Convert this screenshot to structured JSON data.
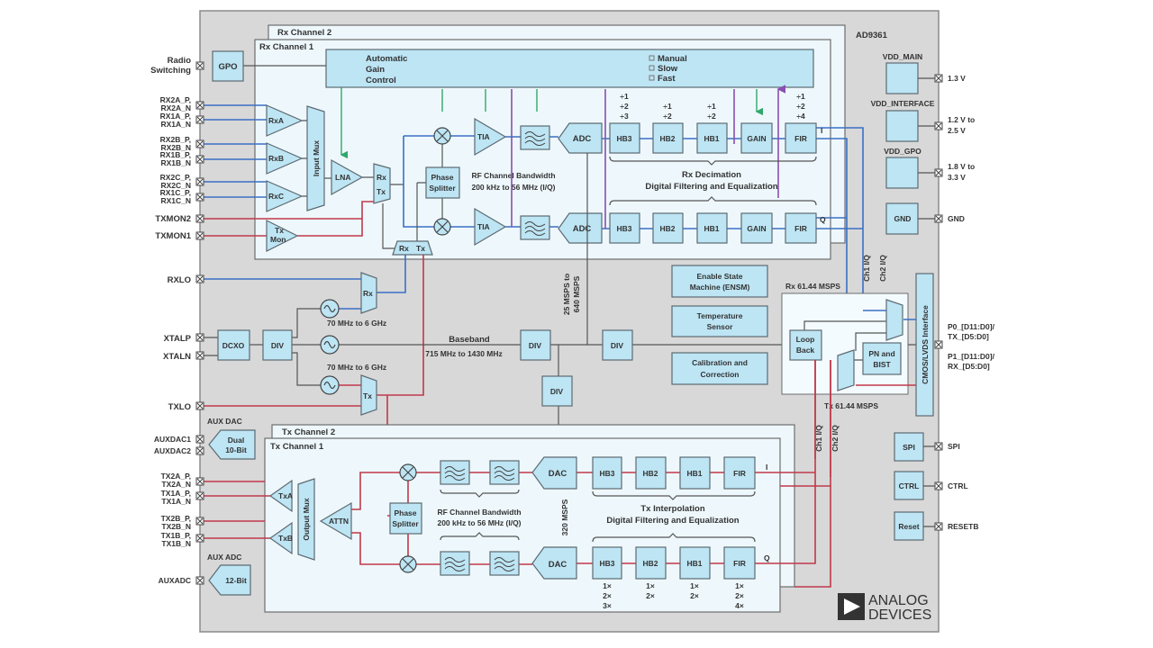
{
  "chip": {
    "part": "AD9361"
  },
  "colors": {
    "rx_path": "#3a6fc4",
    "tx_path": "#c0394a",
    "agc_feedback": "#8a4fb0",
    "agc_control": "#2ea86b",
    "block_fill": "#bde5f4"
  },
  "rx": {
    "ch2_label": "Rx Channel 2",
    "ch1_label": "Rx Channel 1",
    "agc": {
      "l1": "Automatic",
      "l2": "Gain",
      "l3": "Control",
      "modes": [
        "Manual",
        "Slow",
        "Fast"
      ]
    },
    "amps": [
      "RxA",
      "RxB",
      "RxC"
    ],
    "txmon": {
      "l1": "Tx",
      "l2": "Mon"
    },
    "input_mux": "Input Mux",
    "lna": "LNA",
    "switch": {
      "rx": "Rx",
      "tx": "Tx"
    },
    "phase_splitter": {
      "l1": "Phase",
      "l2": "Splitter"
    },
    "tia": "TIA",
    "adc": "ADC",
    "rf_bw": {
      "l1": "RF Channel Bandwidth",
      "l2": "200 kHz to 56 MHz (I/Q)"
    },
    "chain": [
      "HB3",
      "HB2",
      "HB1",
      "GAIN",
      "FIR"
    ],
    "ratios": {
      "hb3": [
        "÷1",
        "÷2",
        "÷3"
      ],
      "hb2": [
        "÷1",
        "÷2"
      ],
      "hb1": [
        "÷1",
        "÷2"
      ],
      "fir": [
        "÷1",
        "÷2",
        "÷4"
      ]
    },
    "decimation": {
      "l1": "Rx Decimation",
      "l2": "Digital Filtering and Equalization"
    },
    "i_label": "I",
    "q_label": "Q"
  },
  "left_pins": {
    "radio_switching": {
      "l1": "Radio",
      "l2": "Switching"
    },
    "gpo": "GPO",
    "rx_pins": [
      [
        "RX2A_P,",
        "RX2A_N"
      ],
      [
        "RX1A_P,",
        "RX1A_N"
      ],
      [
        "RX2B_P,",
        "RX2B_N"
      ],
      [
        "RX1B_P,",
        "RX1B_N"
      ],
      [
        "RX2C_P,",
        "RX2C_N"
      ],
      [
        "RX1C_P,",
        "RX1C_N"
      ]
    ],
    "txmon2": "TXMON2",
    "txmon1": "TXMON1",
    "rxlo": "RXLO",
    "xtalp": "XTALP",
    "xtaln": "XTALN",
    "txlo": "TXLO",
    "auxdac1": "AUXDAC1",
    "auxdac2": "AUXDAC2",
    "tx_pins": [
      [
        "TX2A_P,",
        "TX2A_N"
      ],
      [
        "TX1A_P,",
        "TX1A_N"
      ],
      [
        "TX2B_P,",
        "TX2B_N"
      ],
      [
        "TX1B_P,",
        "TX1B_N"
      ]
    ],
    "auxadc": "AUXADC"
  },
  "clock": {
    "rx_mux": "Rx",
    "tx_mux": "Tx",
    "lo_range_rx": "70 MHz to 6 GHz",
    "lo_range_tx": "70 MHz to 6 GHz",
    "dcxo": "DCXO",
    "div": "DIV",
    "baseband": "Baseband",
    "baseband_range": "715 MHz to 1430 MHz",
    "adc_rate": {
      "l1": "25 MSPS to",
      "l2": "640 MSPS"
    },
    "dac_rate": "320 MSPS"
  },
  "center": {
    "ensm": {
      "l1": "Enable State",
      "l2": "Machine (ENSM)"
    },
    "temp": {
      "l1": "Temperature",
      "l2": "Sensor"
    },
    "cal": {
      "l1": "Calibration and",
      "l2": "Correction"
    }
  },
  "digital": {
    "rx_rate": "Rx 61.44 MSPS",
    "tx_rate": "Tx 61.44 MSPS",
    "loopback": {
      "l1": "Loop",
      "l2": "Back"
    },
    "pn": {
      "l1": "PN and",
      "l2": "BIST"
    },
    "interface": "CMOS/LVDS Interface",
    "ch1": "Ch1 I/Q",
    "ch2": "Ch2 I/Q",
    "p0": {
      "l1": "P0_[D11:D0]/",
      "l2": "TX_[D5:D0]"
    },
    "p1": {
      "l1": "P1_[D11:D0]/",
      "l2": "RX_[D5:D0]"
    }
  },
  "power": {
    "vdd_main": "VDD_MAIN",
    "vdd_main_v": "1.3 V",
    "vdd_interface": "VDD_INTERFACE",
    "vdd_interface_v": {
      "l1": "1.2 V to",
      "l2": "2.5 V"
    },
    "vdd_gpo": "VDD_GPO",
    "vdd_gpo_v": {
      "l1": "1.8 V to",
      "l2": "3.3 V"
    },
    "gnd": "GND",
    "gnd_pin": "GND"
  },
  "control": {
    "spi": "SPI",
    "spi_pin": "SPI",
    "ctrl": "CTRL",
    "ctrl_pin": "CTRL",
    "reset": "Reset",
    "reset_pin": "RESETB"
  },
  "aux": {
    "dac_label": "AUX DAC",
    "dac_block": {
      "l1": "Dual",
      "l2": "10-Bit"
    },
    "adc_label": "AUX ADC",
    "adc_block": "12-Bit"
  },
  "tx": {
    "ch2_label": "Tx Channel 2",
    "ch1_label": "Tx Channel 1",
    "amps": [
      "TxA",
      "TxB"
    ],
    "output_mux": "Output Mux",
    "attn": "ATTN",
    "phase_splitter": {
      "l1": "Phase",
      "l2": "Splitter"
    },
    "rf_bw": {
      "l1": "RF Channel Bandwidth",
      "l2": "200 kHz to 56 MHz (I/Q)"
    },
    "dac": "DAC",
    "chain": [
      "HB3",
      "HB2",
      "HB1",
      "FIR"
    ],
    "ratios": {
      "hb3": [
        "1×",
        "2×",
        "3×"
      ],
      "hb2": [
        "1×",
        "2×"
      ],
      "hb1": [
        "1×",
        "2×"
      ],
      "fir": [
        "1×",
        "2×",
        "4×"
      ]
    },
    "interp": {
      "l1": "Tx Interpolation",
      "l2": "Digital Filtering and Equalization"
    },
    "i_label": "I",
    "q_label": "Q"
  },
  "logo": {
    "l1": "ANALOG",
    "l2": "DEVICES"
  }
}
